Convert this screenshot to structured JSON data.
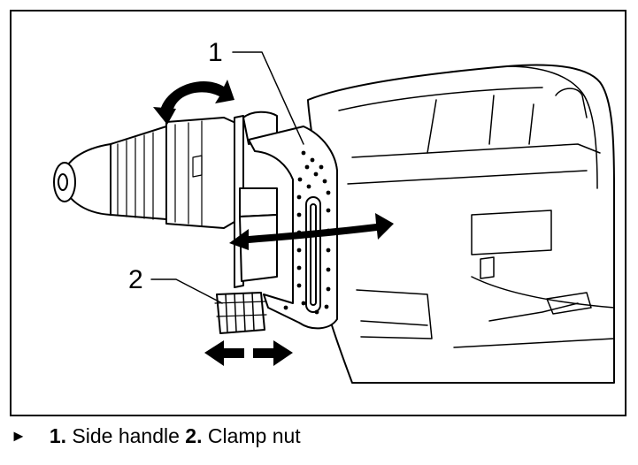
{
  "figure": {
    "callouts": [
      {
        "number": "1"
      },
      {
        "number": "2"
      }
    ]
  },
  "caption": {
    "marker": "►",
    "items": [
      {
        "number": "1.",
        "label": "Side handle"
      },
      {
        "number": "2.",
        "label": "Clamp nut"
      }
    ]
  }
}
